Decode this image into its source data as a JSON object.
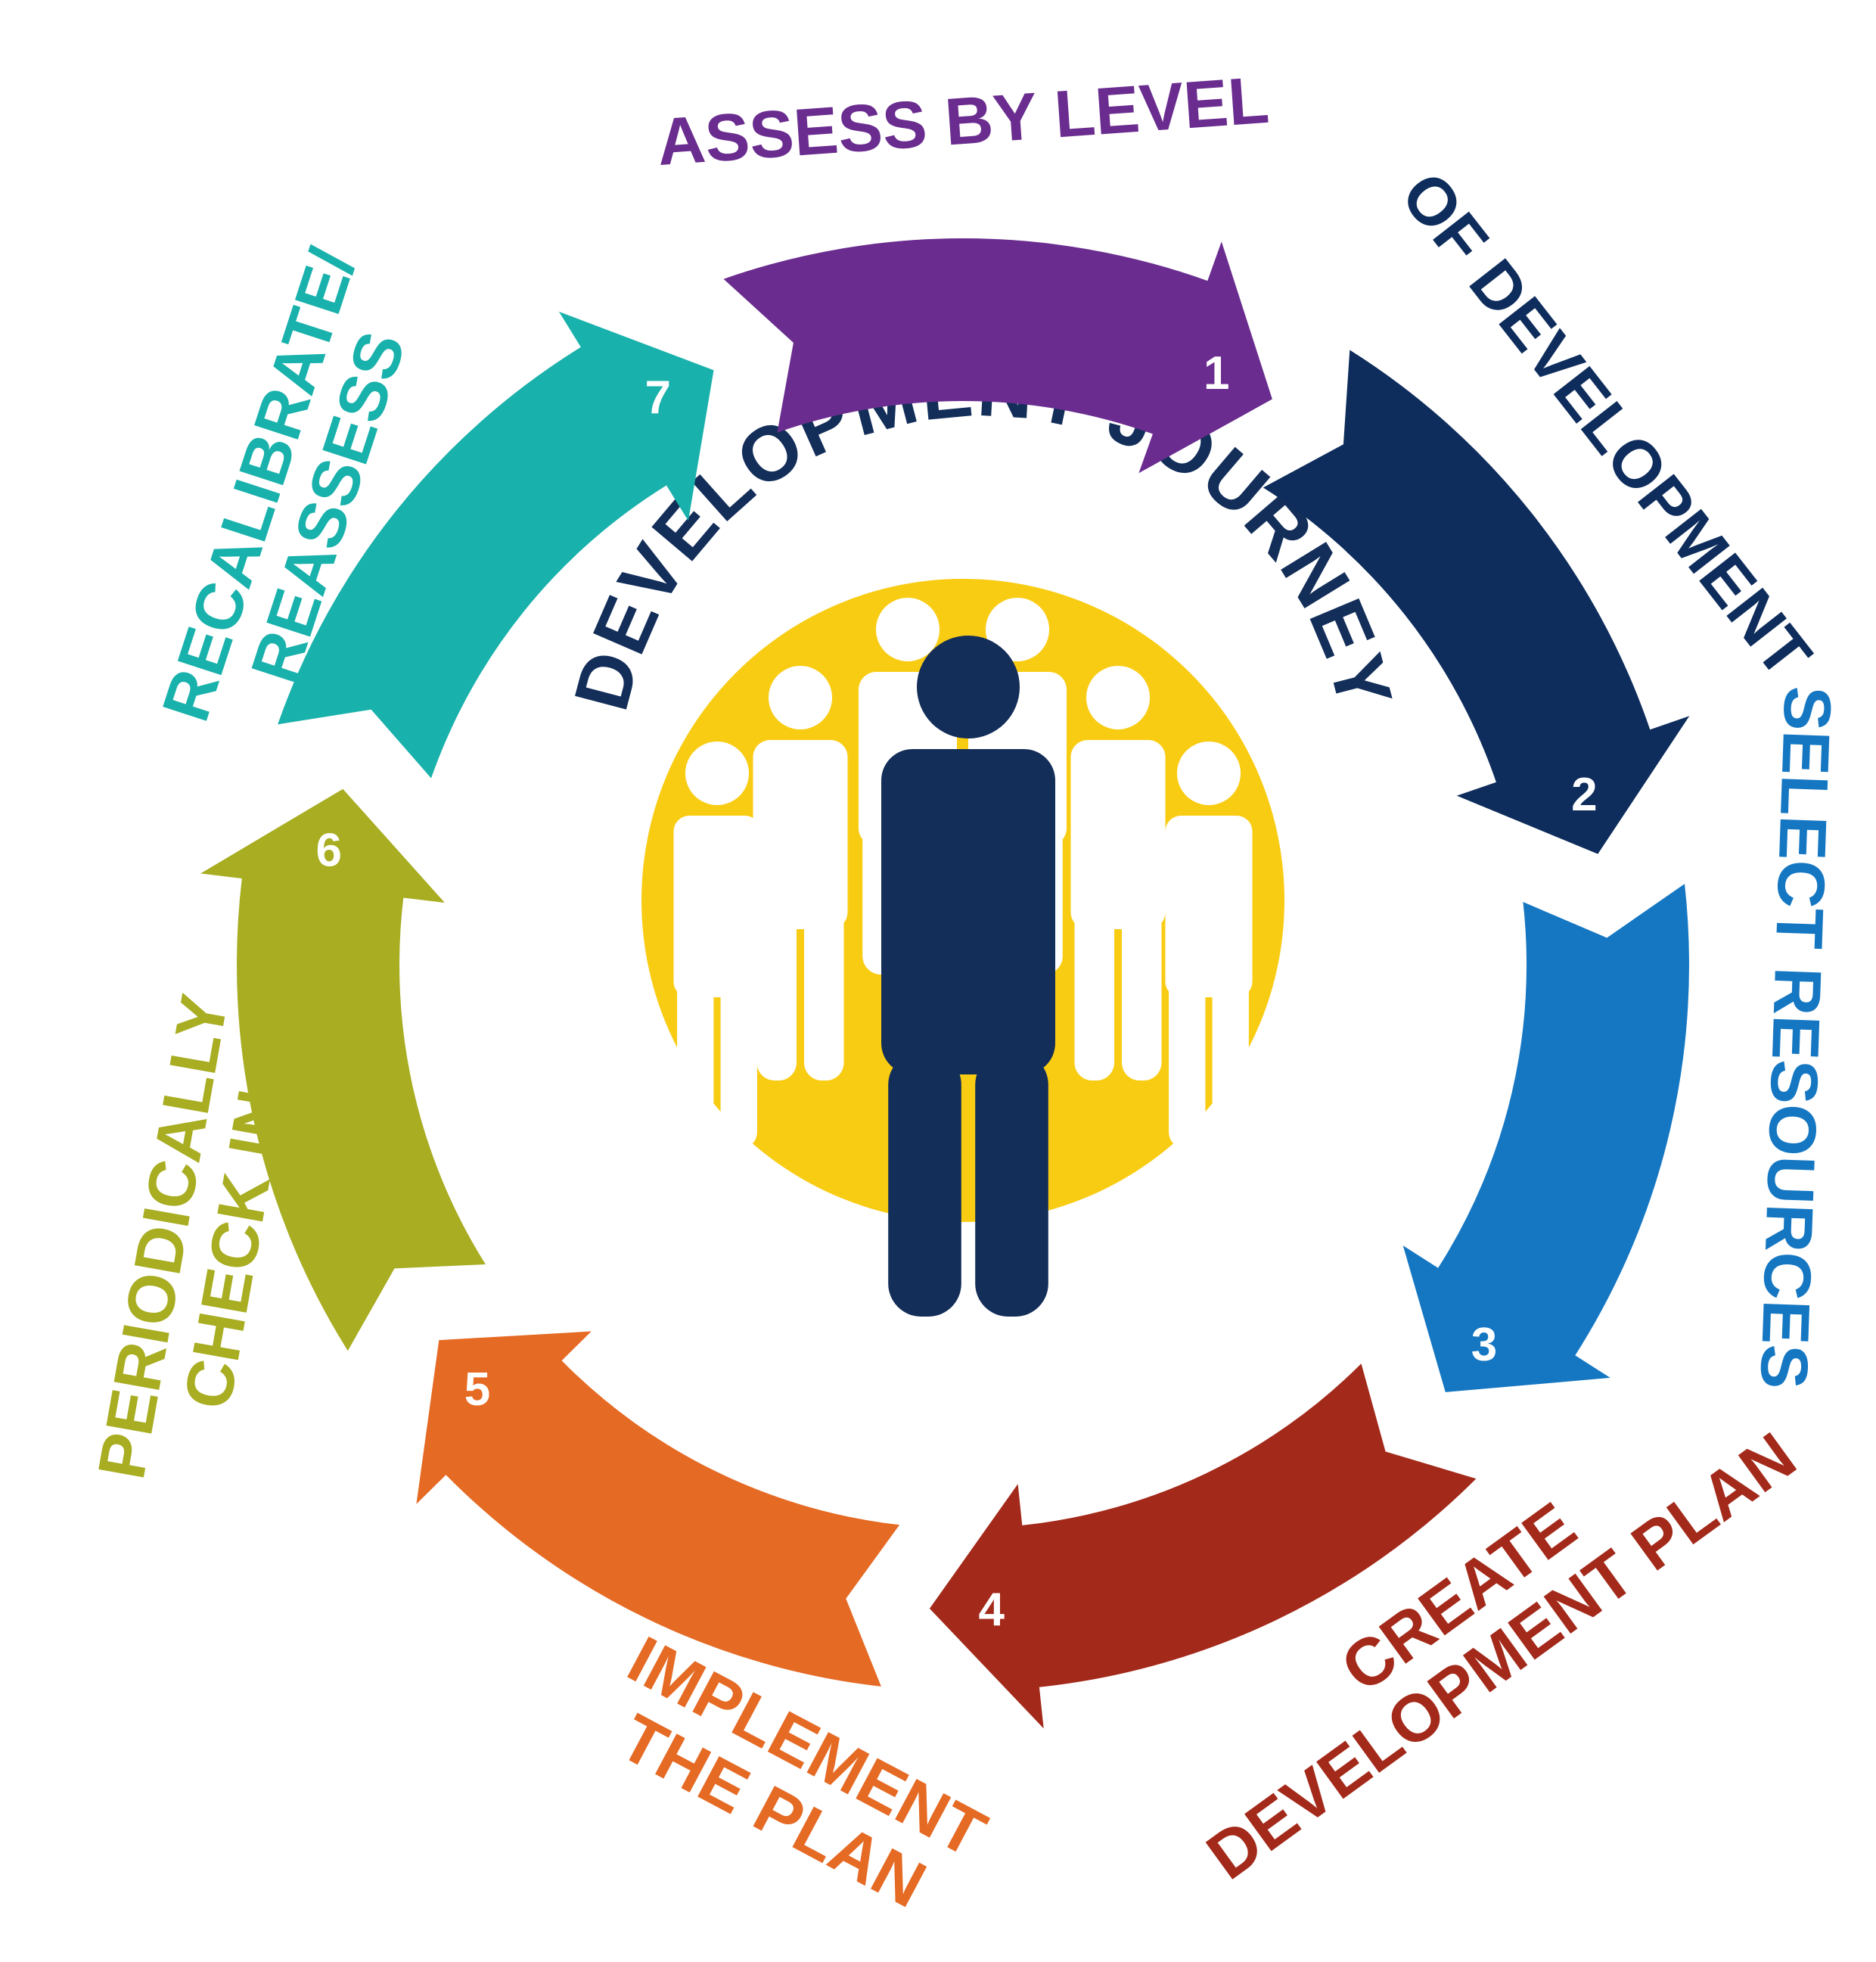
{
  "title": "DEVELOPMENT JOURNEY",
  "center_icon": "people-group-icon",
  "steps": [
    {
      "number": "1",
      "lines": [
        "ASSESS BY LEVEL"
      ],
      "color": "#6a2d8f"
    },
    {
      "number": "2",
      "lines": [
        "OF DEVELOPMENT"
      ],
      "color": "#0e2d5c"
    },
    {
      "number": "3",
      "lines": [
        "SELECT RESOURCES"
      ],
      "color": "#1577c2"
    },
    {
      "number": "4",
      "lines": [
        "CREATE",
        "DEVELOPMENT PLAN"
      ],
      "color": "#a32a1a"
    },
    {
      "number": "5",
      "lines": [
        "IMPLEMENT",
        "THE PLAN"
      ],
      "color": "#e56a24"
    },
    {
      "number": "6",
      "lines": [
        "PERIODICALLY",
        "CHECK IN"
      ],
      "color": "#a8ad21"
    },
    {
      "number": "7",
      "lines": [
        "RECALIBRATE/",
        "REASSESS"
      ],
      "color": "#19b1ab"
    }
  ],
  "colors": {
    "center_circle": "#f9cc14",
    "leader_figure": "#132e59",
    "group_figures": "#ffffff"
  }
}
